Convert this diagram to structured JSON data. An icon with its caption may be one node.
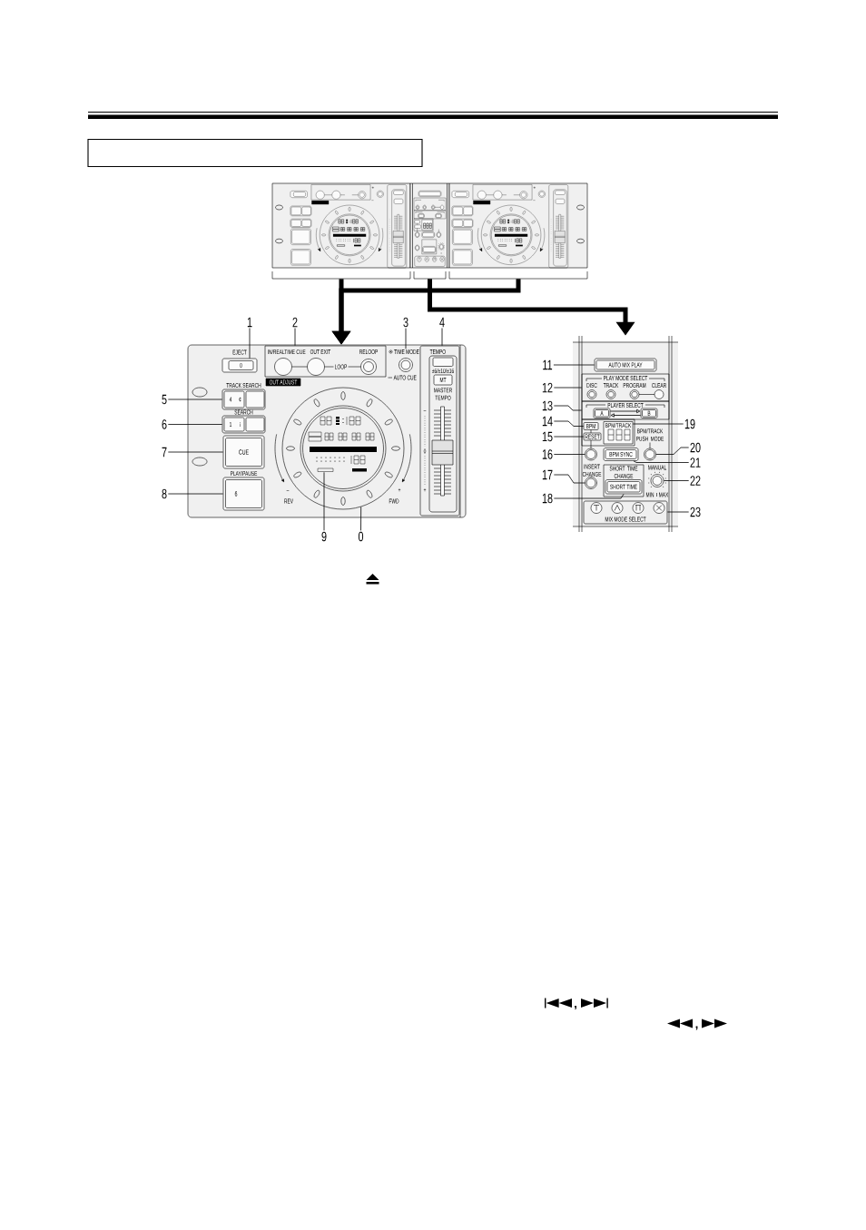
{
  "diagram": {
    "nodes": [
      {
        "text": [],
        "shape": "picture"
      },
      {
        "text": [],
        "shape": "picture"
      },
      {
        "text": [],
        "shape": "picture"
      },
      {
        "text": [],
        "shape": "picture"
      },
      {
        "text": [],
        "shape": "picture"
      },
      {
        "text": [
          "1"
        ]
      },
      {
        "text": [
          "2"
        ]
      },
      {
        "text": [
          "3"
        ]
      },
      {
        "text": [
          "4"
        ]
      },
      {
        "text": [
          "5"
        ]
      },
      {
        "text": [
          "6"
        ]
      },
      {
        "text": [
          "7"
        ]
      },
      {
        "text": [
          "8"
        ]
      },
      {
        "text": [
          "9"
        ]
      },
      {
        "text": [
          "0"
        ]
      },
      {
        "text": [
          "11"
        ]
      },
      {
        "text": [
          "12"
        ]
      },
      {
        "text": [
          "13"
        ]
      },
      {
        "text": [
          "14"
        ]
      },
      {
        "text": [
          "15"
        ]
      },
      {
        "text": [
          "16"
        ]
      },
      {
        "text": [
          "17"
        ]
      },
      {
        "text": [
          "18"
        ]
      },
      {
        "text": [
          "19"
        ]
      },
      {
        "text": [
          "20"
        ]
      },
      {
        "text": [
          "21"
        ]
      },
      {
        "text": [
          "22"
        ]
      },
      {
        "text": [
          "23"
        ]
      },
      {
        "text": [
          "EJECT",
          "0"
        ],
        "in": 3
      },
      {
        "text": [
          "IN/REALTIME CUE",
          "OUT EXIT",
          "RELOOP",
          "LOOP"
        ],
        "in": 3
      },
      {
        "text": [
          "OUT ADJUST"
        ],
        "in": 3
      },
      {
        "text": [
          "TIME MODE",
          "AUTO CUE"
        ],
        "in": 3
      },
      {
        "text": [
          "TEMPO",
          "–",
          "0",
          "+"
        ],
        "in": 3
      },
      {
        "text": [
          "±6/±10/±16"
        ],
        "in": 32
      },
      {
        "text": [
          "MT",
          "MASTER TEMPO"
        ],
        "in": 32
      },
      {
        "text": [
          "TRACK SEARCH",
          "4",
          "¢"
        ],
        "in": 3
      },
      {
        "text": [
          "SEARCH",
          "1",
          "¡"
        ],
        "in": 3
      },
      {
        "text": [
          "CUE"
        ],
        "in": 3
      },
      {
        "text": [
          "PLAY/PAUSE",
          "6"
        ],
        "in": 3
      },
      {
        "text": [],
        "shape": "circle",
        "in": 3,
        "beside": [
          "–",
          "REV",
          "+",
          "FWD"
        ]
      },
      {
        "text": [],
        "shape": "picture",
        "in": 39
      },
      {
        "text": [
          "AUTO MIX PLAY"
        ],
        "in": 4
      },
      {
        "text": [
          "PLAY MODE SELECT",
          "DISC",
          "TRACK",
          "PROGRAM",
          "CLEAR"
        ],
        "in": 4
      },
      {
        "text": [
          "PLAYER SELECT"
        ],
        "in": 4
      },
      {
        "text": [
          "A"
        ],
        "in": 43
      },
      {
        "text": [
          "B"
        ],
        "in": 43
      },
      {
        "text": [],
        "shape": "box",
        "in": 4
      },
      {
        "text": [
          "BPM"
        ],
        "in": 46
      },
      {
        "text": [
          "RESET"
        ],
        "in": 46
      },
      {
        "text": [
          "BPM/TRACK"
        ],
        "in": 46
      },
      {
        "text": [],
        "shape": "circle",
        "in": 4
      },
      {
        "text": [
          "BPM SYNC"
        ],
        "in": 4
      },
      {
        "text": [
          "BPM/TRACK PUSH MODE"
        ],
        "in": 4
      },
      {
        "text": [
          "INSERT CHANGE"
        ],
        "in": 4
      },
      {
        "text": [
          "SHORT TIME CHANGE"
        ],
        "in": 4
      },
      {
        "text": [
          "SHORT TIME"
        ],
        "in": 54
      },
      {
        "text": [
          "MANUAL",
          "MIN",
          "MAX"
        ],
        "in": 4
      },
      {
        "text": [
          "MIX MODE SELECT"
        ],
        "in": 4
      }
    ],
    "edges": [
      {
        "from": 0,
        "to": 3,
        "arrow": "to",
        "style": "thick"
      },
      {
        "from": 2,
        "to": 3,
        "arrow": "to",
        "style": "thick"
      },
      {
        "from": 1,
        "to": 4,
        "arrow": "to",
        "style": "thick"
      },
      {
        "from": 5,
        "to": 28,
        "arrow": "none"
      },
      {
        "from": 6,
        "to": 29,
        "arrow": "none"
      },
      {
        "from": 7,
        "to": 31,
        "arrow": "none"
      },
      {
        "from": 8,
        "to": 32,
        "arrow": "none"
      },
      {
        "from": 9,
        "to": 35,
        "arrow": "none"
      },
      {
        "from": 10,
        "to": 36,
        "arrow": "none"
      },
      {
        "from": 11,
        "to": 37,
        "arrow": "none"
      },
      {
        "from": 12,
        "to": 38,
        "arrow": "none"
      },
      {
        "from": 13,
        "to": 40,
        "arrow": "none"
      },
      {
        "from": 14,
        "to": 39,
        "arrow": "none"
      },
      {
        "from": 15,
        "to": 41,
        "arrow": "none"
      },
      {
        "from": 16,
        "to": 42,
        "arrow": "none"
      },
      {
        "from": 17,
        "to": 43,
        "arrow": "none"
      },
      {
        "from": 18,
        "to": 47,
        "arrow": "none"
      },
      {
        "from": 19,
        "to": 48,
        "arrow": "none"
      },
      {
        "from": 20,
        "to": 50,
        "arrow": "none"
      },
      {
        "from": 21,
        "to": 53,
        "arrow": "none"
      },
      {
        "from": 22,
        "to": 55,
        "arrow": "none"
      },
      {
        "from": 23,
        "to": 49,
        "arrow": "none"
      },
      {
        "from": 24,
        "to": 52,
        "arrow": "none"
      },
      {
        "from": 25,
        "to": 51,
        "arrow": "none"
      },
      {
        "from": 26,
        "to": 56,
        "arrow": "none"
      },
      {
        "from": 27,
        "to": 57,
        "arrow": "none"
      },
      {
        "from": 44,
        "to": 45,
        "arrow": "to"
      },
      {
        "from": 45,
        "to": 44,
        "arrow": "to"
      }
    ],
    "labels": [
      ",",
      ","
    ]
  }
}
